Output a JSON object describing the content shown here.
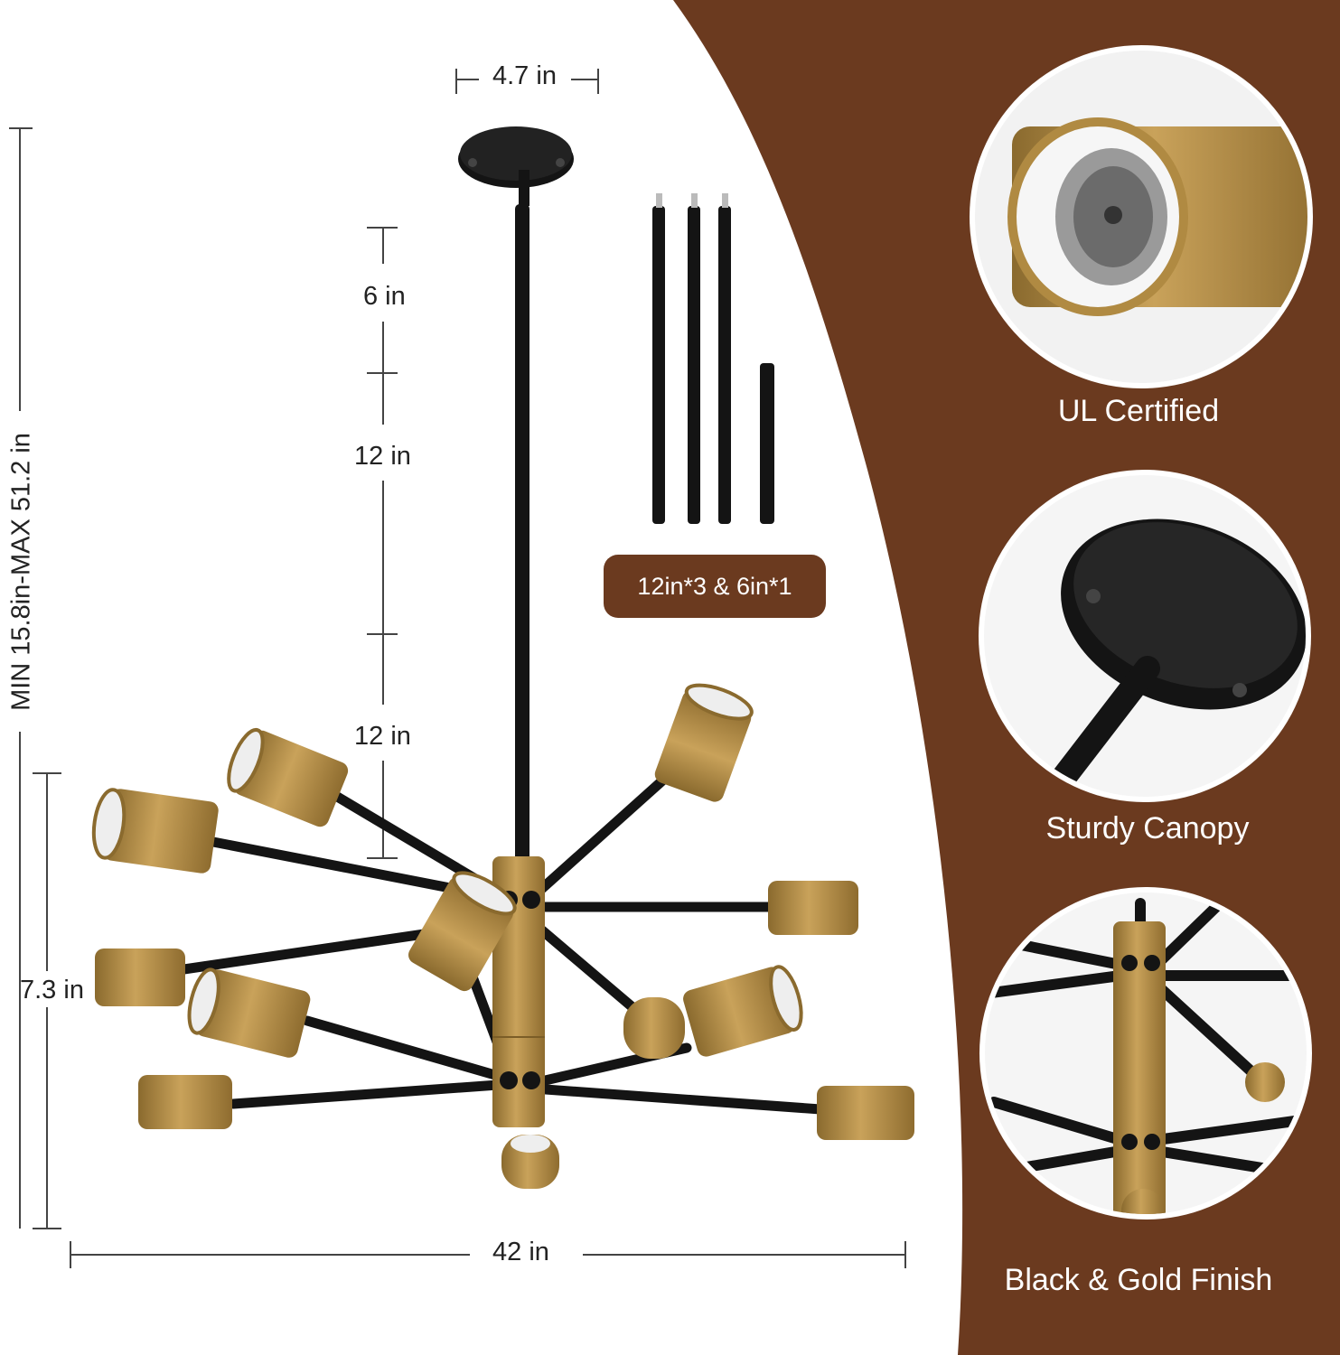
{
  "colors": {
    "brown": "#6b3a1f",
    "gold": "#b08a42",
    "black": "#141414",
    "white": "#ffffff"
  },
  "dimensions": {
    "canopy_width": "4.7 in",
    "rod_6": "6 in",
    "rod_12_a": "12 in",
    "rod_12_b": "12 in",
    "height_range": "MIN 15.8in-MAX 51.2 in",
    "body_height": "7.3 in",
    "span_width": "42 in"
  },
  "rods_label": "12in*3 & 6in*1",
  "features": [
    {
      "label": "UL Certified",
      "icon": "socket-closeup-icon"
    },
    {
      "label": "Sturdy Canopy",
      "icon": "canopy-closeup-icon"
    },
    {
      "label": "Black & Gold Finish",
      "icon": "finish-closeup-icon"
    }
  ]
}
